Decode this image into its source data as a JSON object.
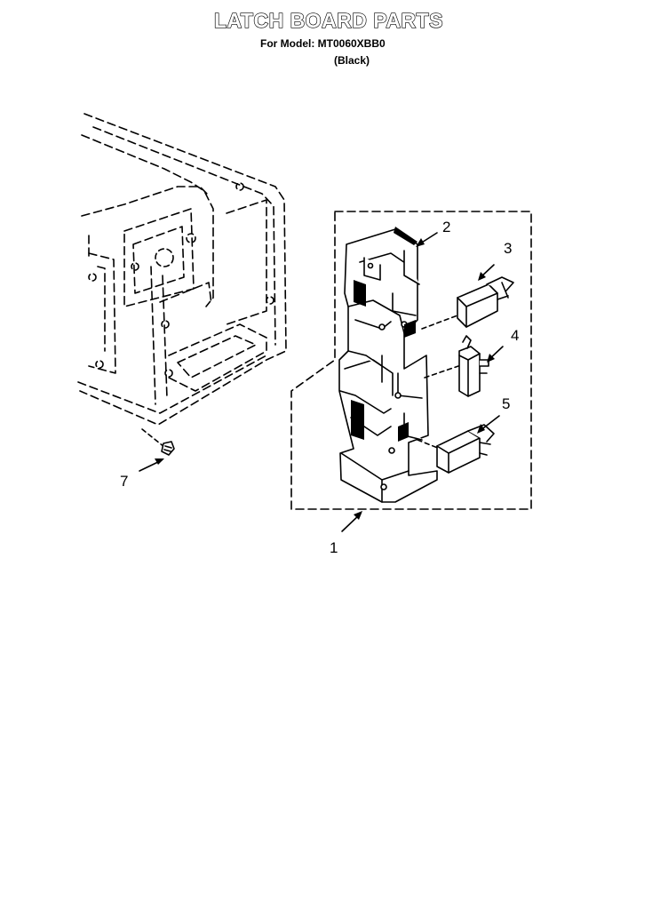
{
  "header": {
    "title": "LATCH BOARD PARTS",
    "model_line": "For Model: MT0060XBB0",
    "color_line": "(Black)"
  },
  "callouts": [
    {
      "id": "1",
      "label": "1"
    },
    {
      "id": "2",
      "label": "2"
    },
    {
      "id": "3",
      "label": "3"
    },
    {
      "id": "4",
      "label": "4"
    },
    {
      "id": "5",
      "label": "5"
    },
    {
      "id": "7",
      "label": "7"
    }
  ]
}
